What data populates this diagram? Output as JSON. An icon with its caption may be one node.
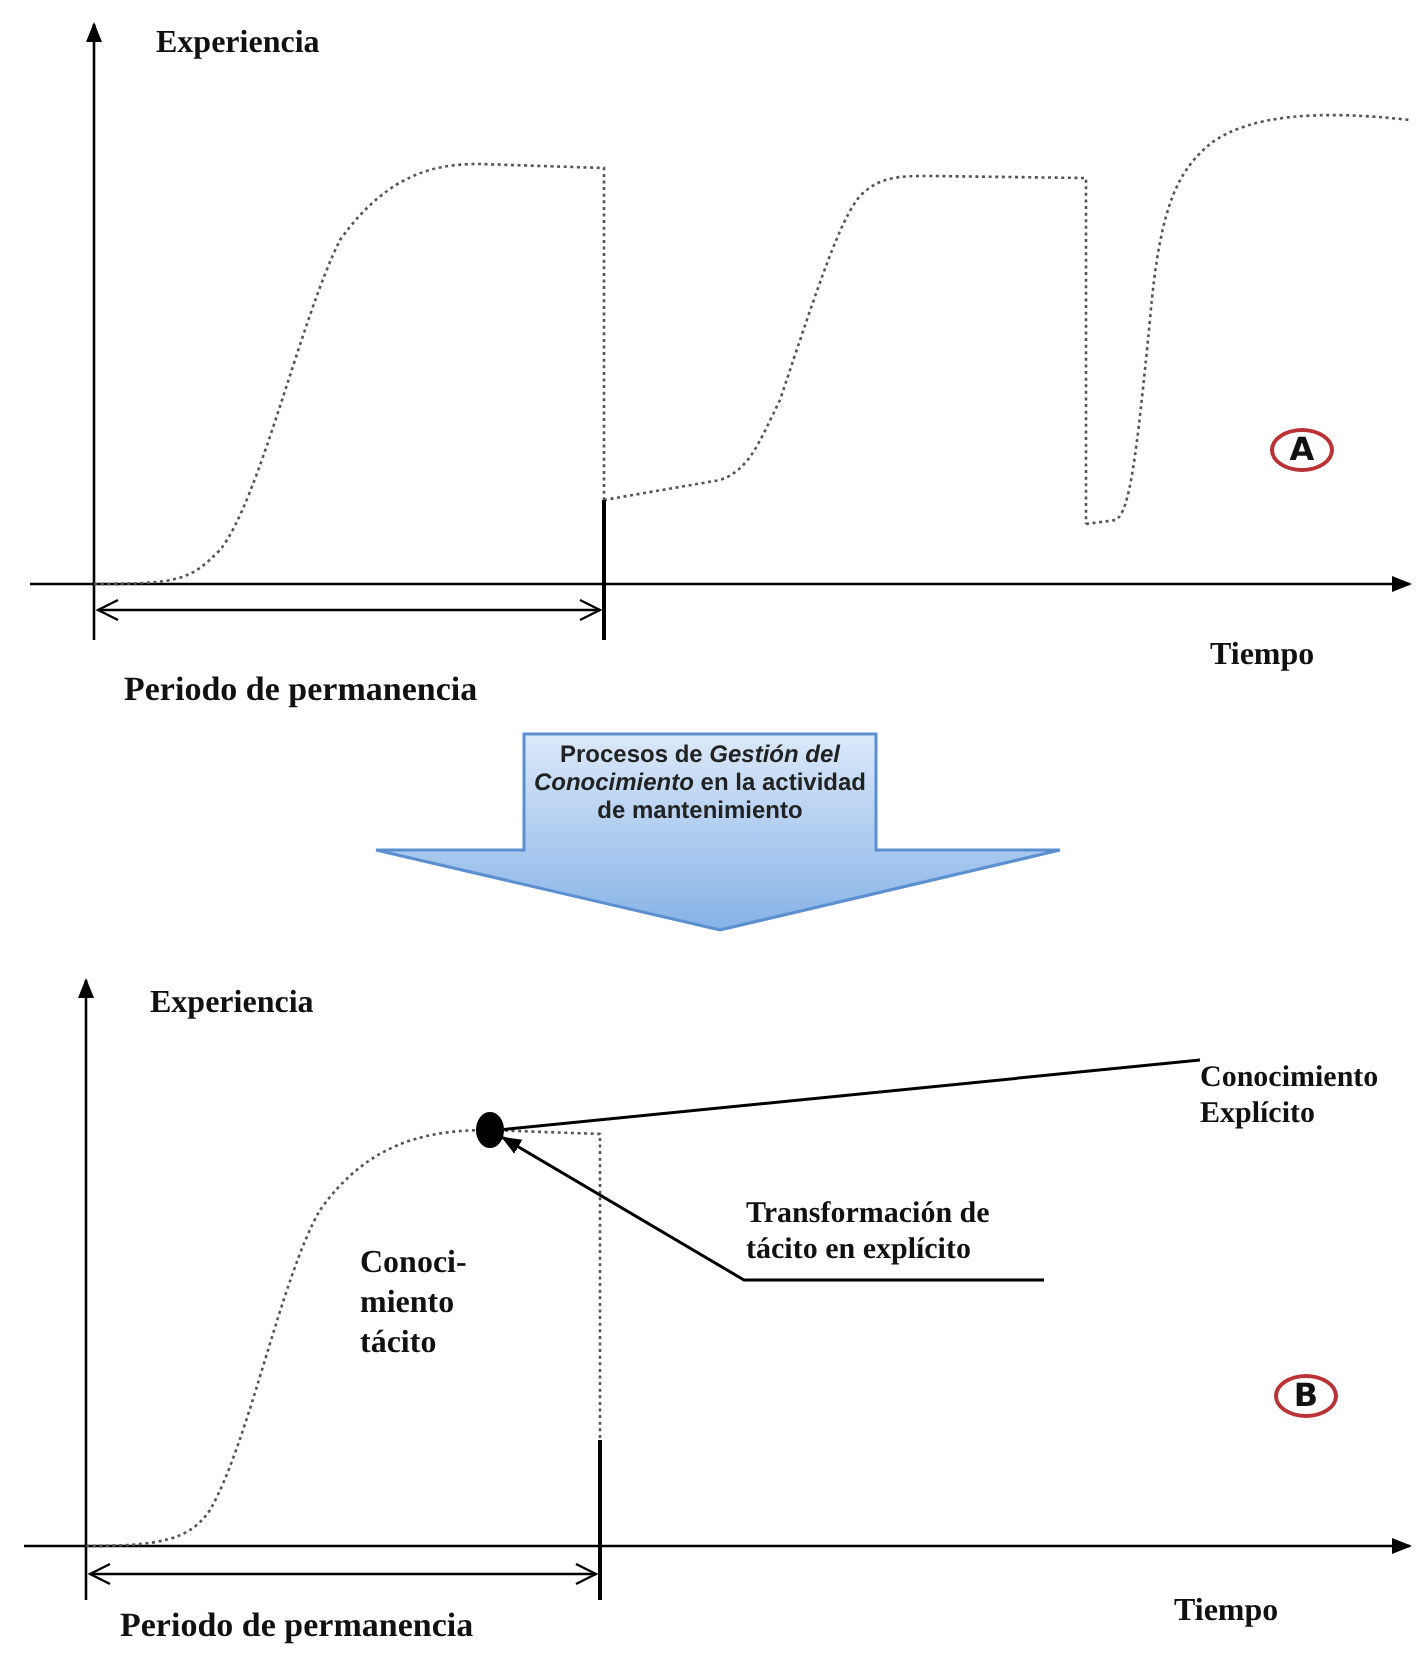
{
  "diagram": {
    "nodes": [
      {
        "text": [
          "A"
        ]
      },
      {
        "text": [
          "Procesos de *Gestión del Conocimiento* en la actividad de mantenimiento"
        ]
      },
      {
        "text": [
          "Conocimiento Explícito"
        ]
      },
      {
        "text": [],
        "shape": "circle"
      },
      {
        "text": [
          "Transformación de tácito en explícito"
        ]
      },
      {
        "text": [
          "B"
        ]
      }
    ],
    "edges": [
      {
        "from": 4,
        "to": 3,
        "arrow": "to"
      },
      {
        "from": 3,
        "to": 2,
        "arrow": "none"
      }
    ],
    "labels": [
      "Experiencia",
      "Tiempo",
      "Periodo de permanencia",
      "Experiencia",
      "Conoci- miento tácito",
      "Tiempo",
      "Periodo de permanencia"
    ]
  }
}
